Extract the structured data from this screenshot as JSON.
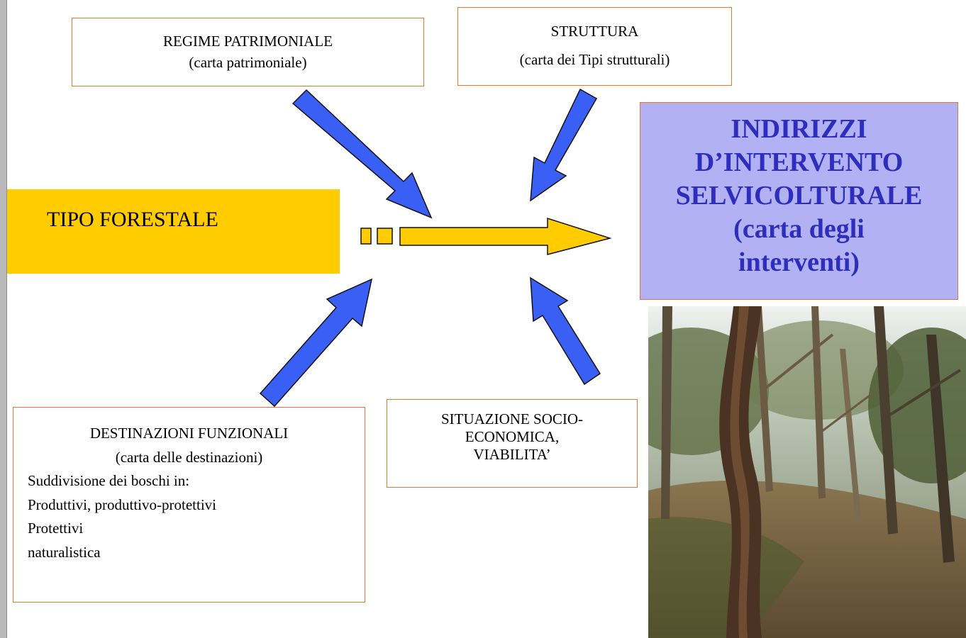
{
  "boxes": {
    "regime": {
      "title": "REGIME PATRIMONIALE",
      "subtitle": "(carta patrimoniale)"
    },
    "struttura": {
      "title": "STRUTTURA",
      "subtitle": "(carta dei Tipi strutturali)"
    },
    "tipo_forestale": {
      "label": "TIPO FORESTALE"
    },
    "indirizzi": {
      "lines": [
        "INDIRIZZI",
        "D’INTERVENTO",
        "SELVICOLTURALE",
        "(carta degli",
        "interventi)"
      ]
    },
    "destinazioni": {
      "title": "DESTINAZIONI FUNZIONALI",
      "subtitle": "(carta delle destinazioni)",
      "items": [
        "Suddivisione dei boschi in:",
        "Produttivi, produttivo-protettivi",
        "Protettivi",
        "naturalistica"
      ]
    },
    "situazione": {
      "lines": [
        "SITUAZIONE SOCIO-",
        "ECONOMICA,",
        "VIABILITA’"
      ]
    }
  },
  "colors": {
    "box_border": "#e2792e",
    "tipo_fill": "#ffcc00",
    "indirizzi_fill": "#b1b1f3",
    "indirizzi_text": "#2e2ebe",
    "arrow_blue": "#3a5ff5",
    "main_arrow_fill": "#ffcc00"
  },
  "photo": {
    "subject": "forest-trunk-photo"
  }
}
